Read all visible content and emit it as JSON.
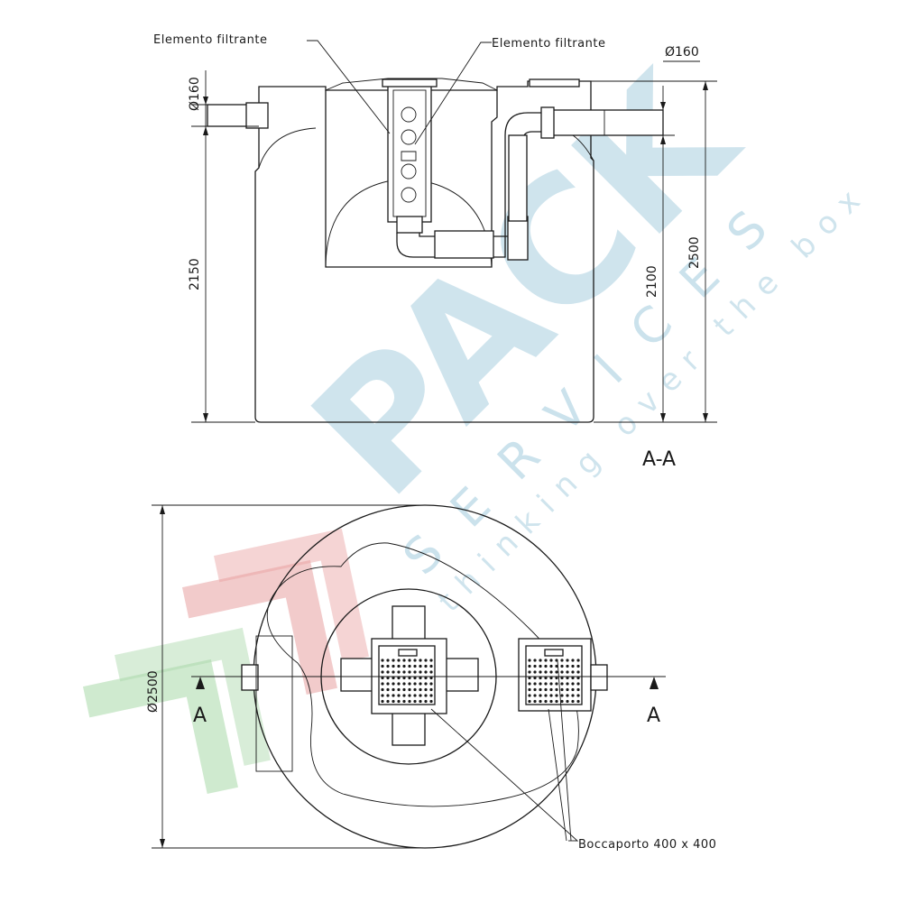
{
  "section_view": {
    "title": "A-A",
    "labels": {
      "filter_left": "Elemento filtrante",
      "filter_right": "Elemento filtrante",
      "pipe_right": "Ø160",
      "pipe_left": "Ø160"
    },
    "dimensions": {
      "left_height": "2150",
      "inner_height": "2100",
      "total_height": "2500"
    }
  },
  "plan_view": {
    "diameter": "Ø2500",
    "section_marker_left": "A",
    "section_marker_right": "A",
    "manhole_label": "Boccaporto 400 x 400"
  },
  "watermark": {
    "brand": "PACK",
    "sub": "SERVICES",
    "tagline": "thinking over the box",
    "colors": {
      "blue": "#a9cfe0",
      "red": "#e8a0a0",
      "green": "#a8d8a8"
    }
  }
}
